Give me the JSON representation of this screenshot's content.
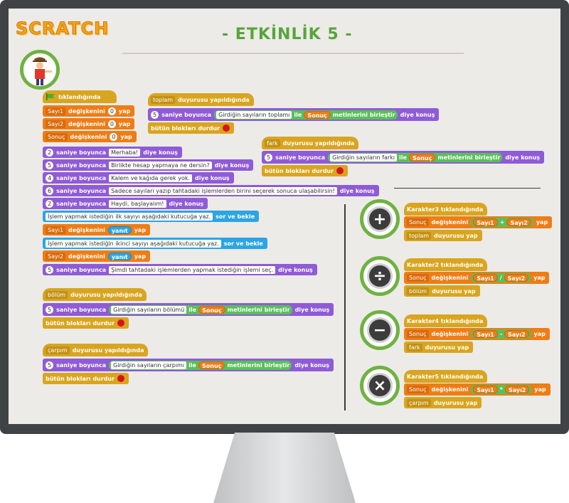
{
  "header": {
    "logo": "SCRATCH",
    "title": "- ETKİNLİK 5 -"
  },
  "main_script": {
    "flag_hat": "tıklandığında",
    "set1": {
      "var": "Sayı1",
      "label": "değişkenini",
      "value": "0",
      "suffix": "yap"
    },
    "set2": {
      "var": "Sayı2",
      "label": "değişkenini",
      "value": "0",
      "suffix": "yap"
    },
    "set3": {
      "var": "Sonuç",
      "label": "değişkenini",
      "value": "0",
      "suffix": "yap"
    },
    "say1": {
      "num": "2",
      "pre": "saniye boyunca",
      "text": "Merhaba!",
      "post": "diye konuş"
    },
    "say2": {
      "num": "5",
      "pre": "saniye boyunca",
      "text": "Birlikte hesap yapmaya ne dersin?",
      "post": "diye konuş"
    },
    "say3": {
      "num": "4",
      "pre": "saniye boyunca",
      "text": "Kalem ve kağıda gerek yok.",
      "post": "diye konuş"
    },
    "say4": {
      "num": "6",
      "pre": "saniye boyunca",
      "text": "Sadece sayıları yazıp tahtadaki işlemlerden birini seçerek sonuca ulaşabilirsin!",
      "post": "diye konuş"
    },
    "say5": {
      "num": "2",
      "pre": "saniye boyunca",
      "text": "Haydi, başlayalım!",
      "post": "diye konuş"
    },
    "ask1": {
      "text": "İşlem yapmak istediğin ilk sayıyı aşağıdaki kutucuğa yaz.",
      "post": "sor ve bekle"
    },
    "set4": {
      "var": "Sayı1",
      "label": "değişkenini",
      "value": "yanıt",
      "suffix": "yap"
    },
    "ask2": {
      "text": "İşlem yapmak istediğin ikinci sayıyı aşağıdaki kutucuğa yaz.",
      "post": "sor ve bekle"
    },
    "set5": {
      "var": "Sayı2",
      "label": "değişkenini",
      "value": "yanıt",
      "suffix": "yap"
    },
    "say6": {
      "num": "5",
      "pre": "saniye boyunca",
      "text": "Şimdi tahtadaki işlemlerden yapmak istediğin işlemi seç.",
      "post": "diye konuş"
    }
  },
  "broadcast_scripts": {
    "toplam": {
      "msg": "toplam",
      "hat": "duyurusu yapıldığında",
      "num": "5",
      "pre": "saniye boyunca",
      "text": "Girdiğin sayıların toplamı",
      "join": "ile",
      "var": "Sonuç",
      "join2": "metinlerini birleştir",
      "post": "diye konuş",
      "stop": "bütün blokları durdur"
    },
    "fark": {
      "msg": "fark",
      "hat": "duyurusu yapıldığında",
      "num": "5",
      "pre": "saniye boyunca",
      "text": "Girdiğin sayıların farkı",
      "join": "ile",
      "var": "Sonuç",
      "join2": "metinlerini birleştir",
      "post": "diye konuş",
      "stop": "bütün blokları durdur"
    },
    "bolum": {
      "msg": "bölüm",
      "hat": "duyurusu yapıldığında",
      "num": "5",
      "pre": "saniye boyunca",
      "text": "Girdiğin sayıların bölümü",
      "join": "ile",
      "var": "Sonuç",
      "join2": "metinlerini birleştir",
      "post": "diye konuş",
      "stop": "bütün blokları durdur"
    },
    "carpim": {
      "msg": "çarpım",
      "hat": "duyurusu yapıldığında",
      "num": "5",
      "pre": "saniye boyunca",
      "text": "Girdiğin sayıların çarpımı",
      "join": "ile",
      "var": "Sonuç",
      "join2": "metinlerini birleştir",
      "post": "diye konuş",
      "stop": "bütün blokları durdur"
    }
  },
  "sprites": [
    {
      "hat": "Karakter3 tıklandığında",
      "var": "Sonuç",
      "label": "değişkenini",
      "a": "Sayı1",
      "op": "+",
      "b": "Sayı2",
      "suffix": "yap",
      "msg": "toplam",
      "bc": "duyurusu yap",
      "icon": "plus-icon",
      "symbol": "+"
    },
    {
      "hat": "Karakter2 tıklandığında",
      "var": "Sonuç",
      "label": "değişkenini",
      "a": "Sayı1",
      "op": "/",
      "b": "Sayı2",
      "suffix": "yap",
      "msg": "bölüm",
      "bc": "duyurusu yap",
      "icon": "divide-icon",
      "symbol": "÷"
    },
    {
      "hat": "Karakter4 tıklandığında",
      "var": "Sonuç",
      "label": "değişkenini",
      "a": "Sayı1",
      "op": "-",
      "b": "Sayı2",
      "suffix": "yap",
      "msg": "fark",
      "bc": "duyurusu yap",
      "icon": "minus-icon",
      "symbol": "−"
    },
    {
      "hat": "Karakter5 tıklandığında",
      "var": "Sonuç",
      "label": "değişkenini",
      "a": "Sayı1",
      "op": "*",
      "b": "Sayı2",
      "suffix": "yap",
      "msg": "çarpım",
      "bc": "duyurusu yap",
      "icon": "times-icon",
      "symbol": "×"
    }
  ],
  "colors": {
    "looks": "#8f5bd6",
    "data": "#ee7d16",
    "events": "#d9a520",
    "sensing": "#2ca5e2",
    "operators": "#59c059",
    "accent": "#6fb240"
  }
}
